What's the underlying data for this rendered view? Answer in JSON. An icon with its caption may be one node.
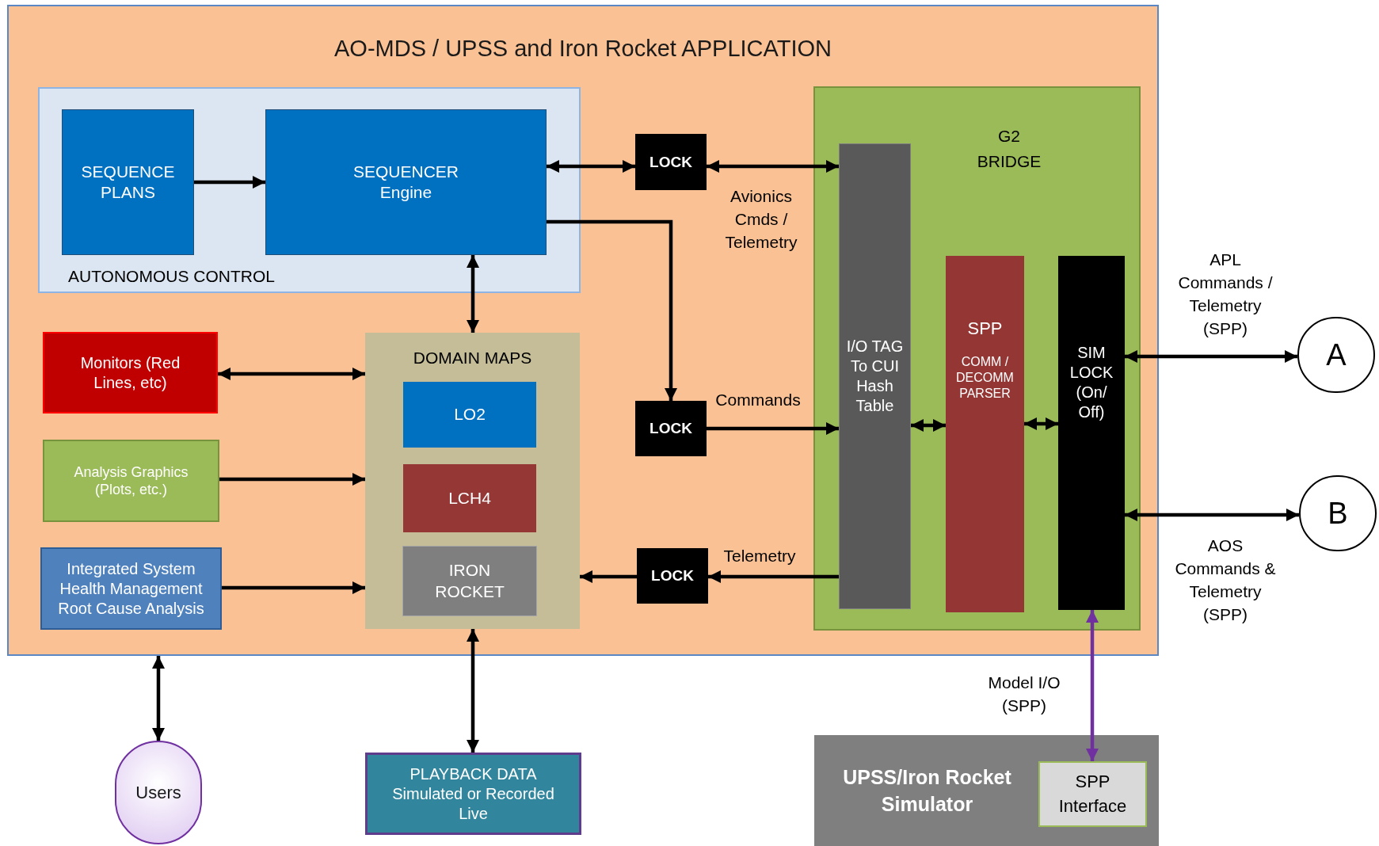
{
  "diagram": {
    "nodes": [
      {
        "text": [
          "AO-MDS / UPSS and Iron Rocket APPLICATION"
        ]
      },
      {
        "text": [
          "AUTONOMOUS CONTROL"
        ],
        "in": 0
      },
      {
        "text": [
          "SEQUENCE PLANS"
        ],
        "in": 1
      },
      {
        "text": [
          "SEQUENCER Engine"
        ],
        "in": 1
      },
      {
        "text": [
          "LOCK"
        ],
        "in": 0
      },
      {
        "text": [
          "G2 BRIDGE"
        ],
        "in": 0
      },
      {
        "text": [
          "I/O TAG To CUI Hash Table"
        ],
        "in": 5
      },
      {
        "text": [
          "SPP",
          "COMM / DECOMM PARSER"
        ],
        "in": 5
      },
      {
        "text": [
          "SIM LOCK (On/ Off)"
        ],
        "in": 5
      },
      {
        "text": [
          "Monitors (Red Lines, etc)"
        ],
        "in": 0
      },
      {
        "text": [
          "DOMAIN MAPS"
        ],
        "in": 0
      },
      {
        "text": [
          "LO2"
        ],
        "in": 10
      },
      {
        "text": [
          "LCH4"
        ],
        "in": 10
      },
      {
        "text": [
          "IRON ROCKET"
        ],
        "in": 10
      },
      {
        "text": [
          "LOCK"
        ],
        "in": 0
      },
      {
        "text": [
          "Analysis Graphics (Plots, etc.)"
        ],
        "in": 0
      },
      {
        "text": [
          "Integrated System Health Management Root Cause Analysis"
        ],
        "in": 0
      },
      {
        "text": [
          "LOCK"
        ],
        "in": 0
      },
      {
        "text": [
          "A"
        ]
      },
      {
        "text": [
          "B"
        ]
      },
      {
        "text": [
          "Users"
        ]
      },
      {
        "text": [
          "PLAYBACK DATA Simulated or Recorded Live"
        ]
      },
      {
        "text": [
          "UPSS/Iron Rocket Simulator"
        ]
      },
      {
        "text": [
          "SPP Interface"
        ],
        "in": 22
      }
    ],
    "edges": [
      {
        "from": 2,
        "to": 3,
        "arrow": "to"
      },
      {
        "from": 3,
        "to": 4,
        "arrow": "both"
      },
      {
        "from": 4,
        "to": 6,
        "arrow": "both",
        "label": "Avionics Cmds / Telemetry"
      },
      {
        "from": 3,
        "to": 14,
        "arrow": "to"
      },
      {
        "from": 3,
        "to": 10,
        "arrow": "both"
      },
      {
        "from": 9,
        "to": 10,
        "arrow": "both"
      },
      {
        "from": 15,
        "to": 10,
        "arrow": "to"
      },
      {
        "from": 16,
        "to": 10,
        "arrow": "to"
      },
      {
        "from": 14,
        "to": 6,
        "arrow": "to",
        "label": "Commands"
      },
      {
        "from": 6,
        "to": 17,
        "arrow": "to",
        "label": "Telemetry"
      },
      {
        "from": 17,
        "to": 10,
        "arrow": "to"
      },
      {
        "from": 6,
        "to": 7,
        "arrow": "both"
      },
      {
        "from": 7,
        "to": 8,
        "arrow": "both"
      },
      {
        "from": 8,
        "to": 18,
        "arrow": "both",
        "label": "APL Commands / Telemetry (SPP)"
      },
      {
        "from": 8,
        "to": 19,
        "arrow": "both",
        "label": "AOS Commands & Telemetry (SPP)"
      },
      {
        "from": 0,
        "to": 20,
        "arrow": "both"
      },
      {
        "from": 10,
        "to": 21,
        "arrow": "both"
      },
      {
        "from": 8,
        "to": 23,
        "arrow": "both",
        "color": "#7030a0",
        "label": "Model I/O (SPP)"
      }
    ]
  }
}
